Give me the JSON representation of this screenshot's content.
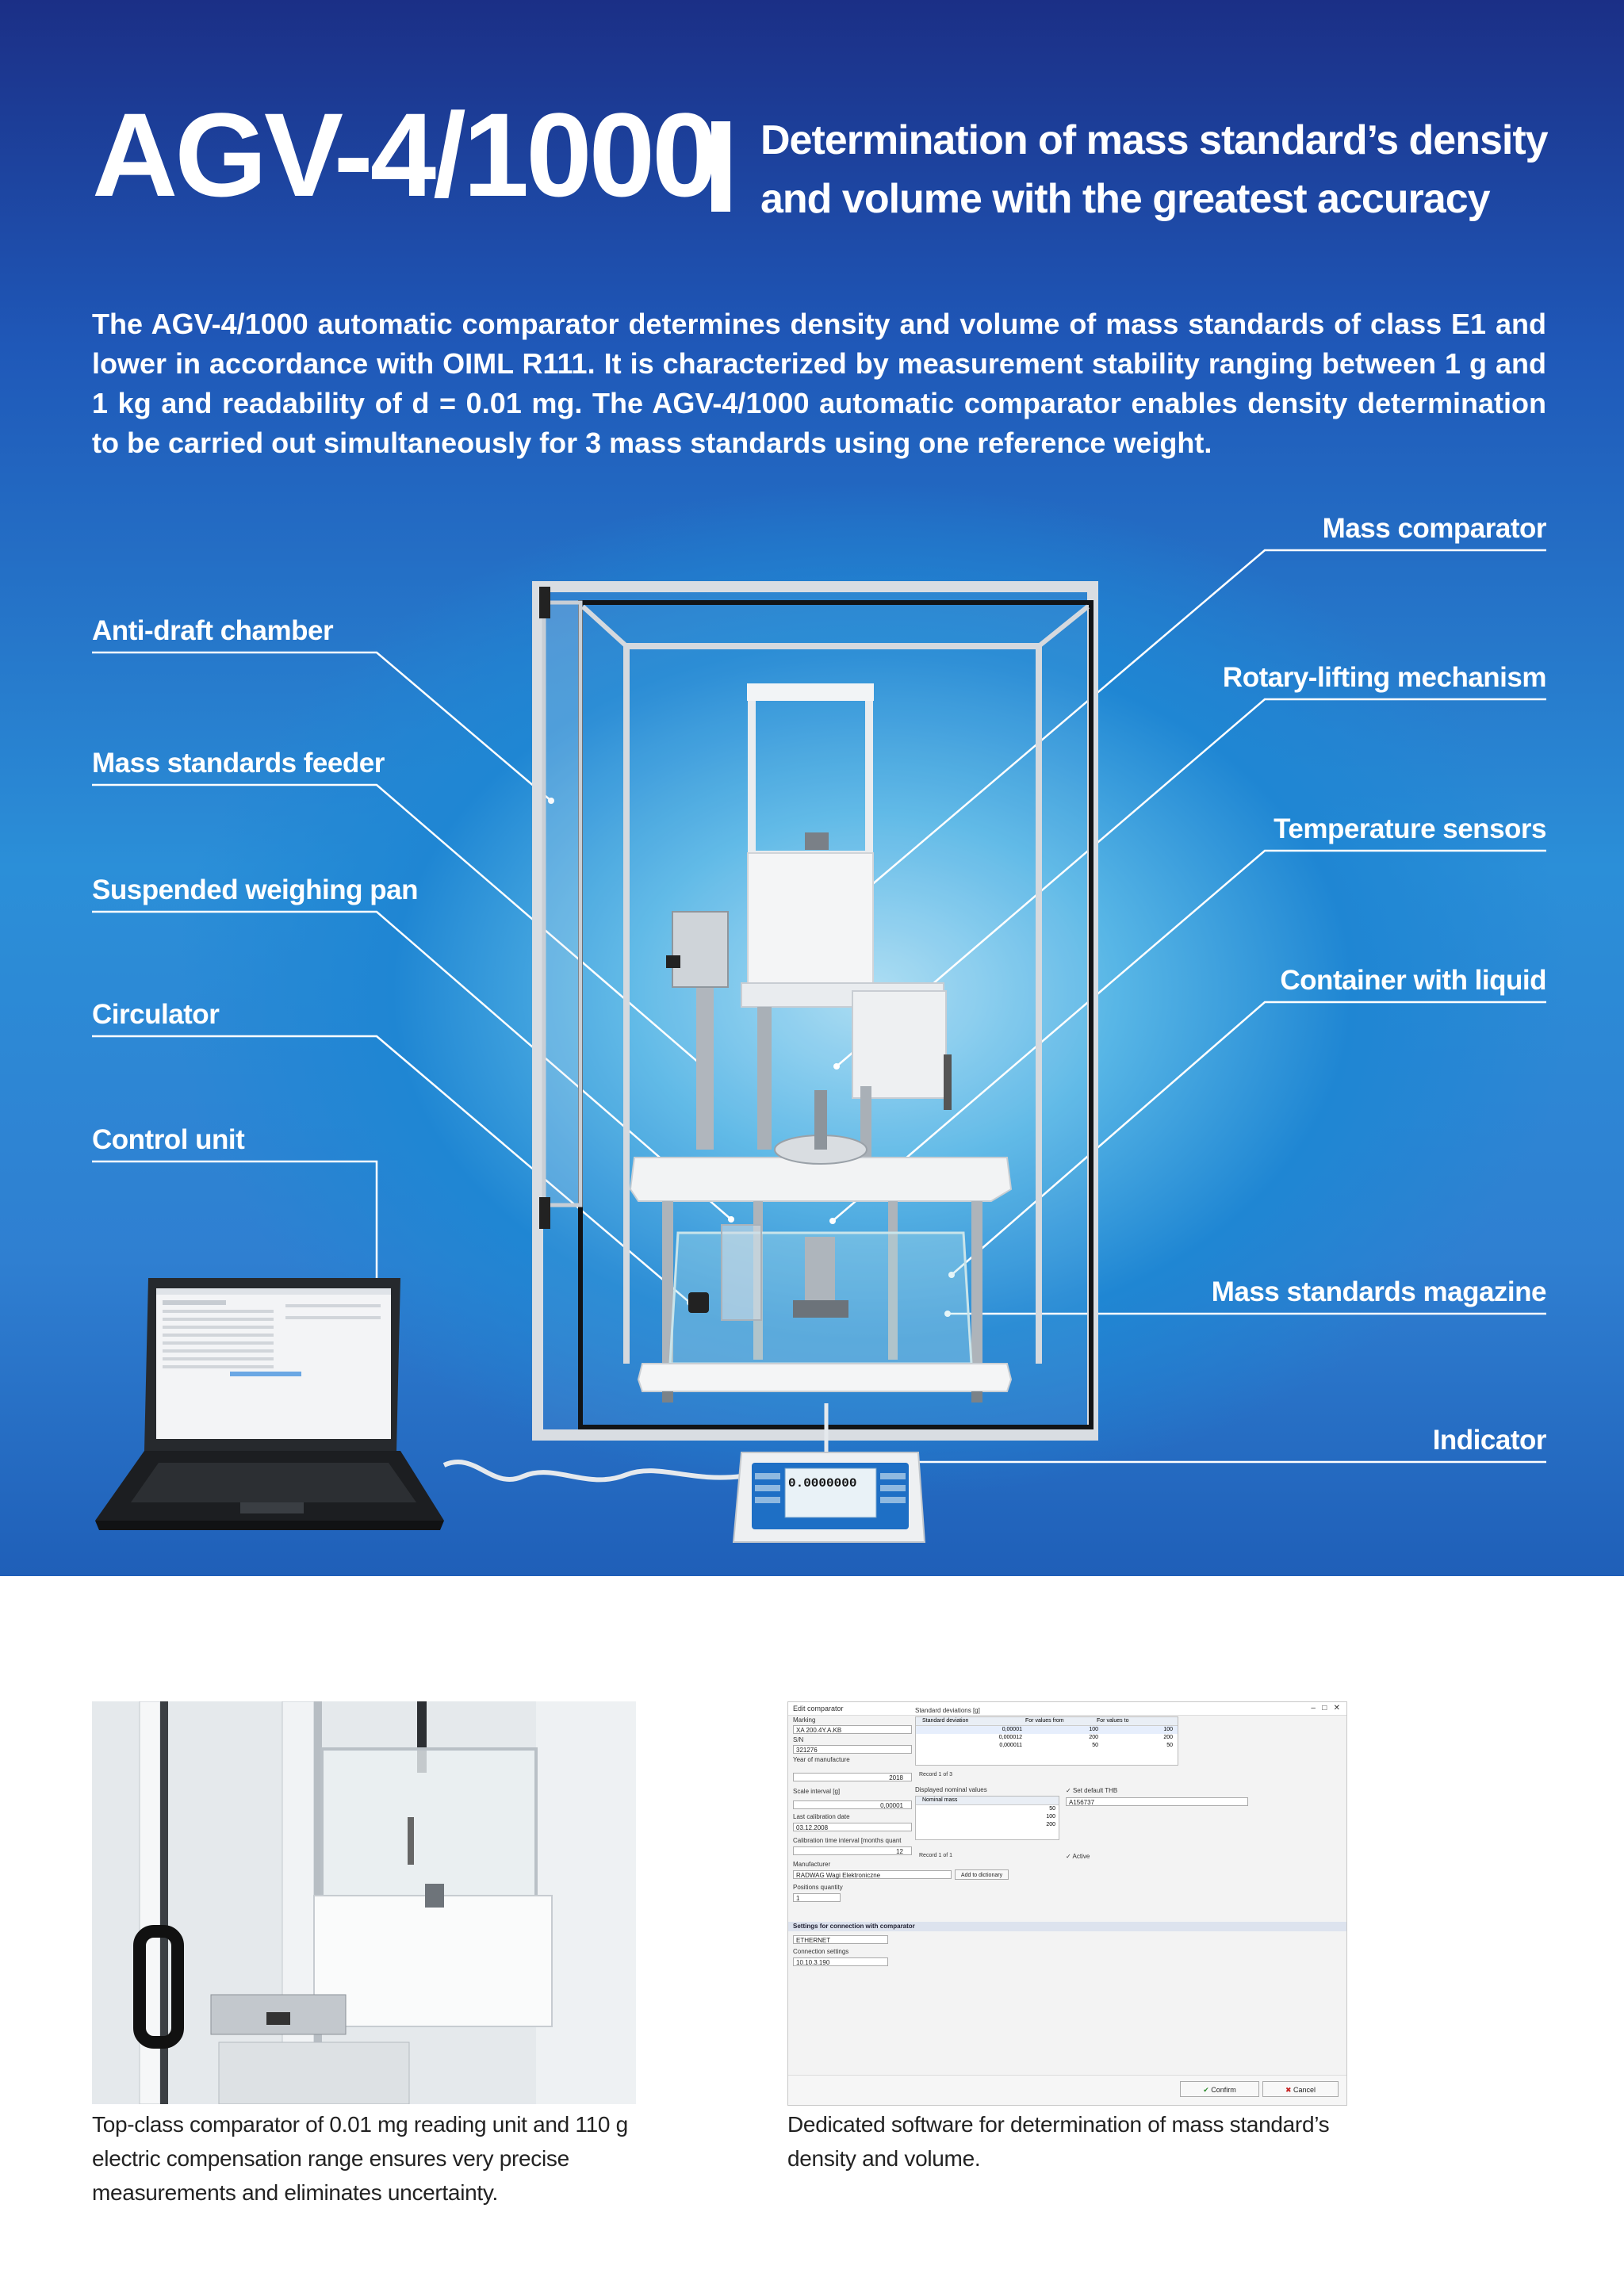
{
  "header": {
    "title": "AGV-4/1000",
    "subtitle_line1": "Determination of mass standard’s density",
    "subtitle_line2": "and volume with the greatest accuracy"
  },
  "intro": "The AGV-4/1000 automatic comparator determines density and volume of mass standards of class E1 and lower in accordance with OIML R111. It is characterized by measurement stability ranging between 1 g and 1 kg and readability of d = 0.01 mg. The AGV-4/1000 automatic comparator enables density determination to be carried out simultaneously for 3 mass standards using one reference weight.",
  "callouts_left": [
    "Anti-draft chamber",
    "Mass standards feeder",
    "Suspended weighing pan",
    "Circulator",
    "Control unit"
  ],
  "callouts_right": [
    "Mass comparator",
    "Rotary-lifting mechanism",
    "Temperature sensors",
    "Container with liquid",
    "Mass standards magazine",
    "Indicator"
  ],
  "indicator_display": "0.0000000",
  "captions": {
    "left": "Top-class comparator of 0.01 mg reading unit and 110 g electric compensation range ensures very precise measurements and eliminates uncertainty.",
    "right": "Dedicated software for determination of mass standard’s density and volume."
  },
  "software": {
    "window_title": "Edit comparator",
    "marking_label": "Marking",
    "marking_value": "XA 200.4Y.A.KB",
    "sn_label": "S/N",
    "sn_value": "321276",
    "year_label": "Year of manufacture",
    "year_value": "2018",
    "scale_label": "Scale interval [g]",
    "scale_value": "0,00001",
    "calib_label": "Last calibration date",
    "calib_value": "03.12.2008",
    "interval_label": "Calibration time interval [months quant",
    "interval_value": "12",
    "manufacturer_label": "Manufacturer",
    "manufacturer_value": "RADWAG Wagi Elektroniczne",
    "positions_label": "Positions quantity",
    "positions_value": "1",
    "sd_header": "Standard deviations [g]",
    "sd_columns": [
      "Standard deviation",
      "For values from",
      "For values to"
    ],
    "sd_rows": [
      [
        "0,00001",
        "100",
        "100"
      ],
      [
        "0,000012",
        "200",
        "200"
      ],
      [
        "0,000011",
        "50",
        "50"
      ]
    ],
    "record_text": "Record 1 of 3",
    "nominal_header": "Displayed nominal values",
    "nominal_column": "Nominal mass",
    "nominal_rows": [
      "50",
      "100",
      "200"
    ],
    "record_text2": "Record 1 of 1",
    "set_default": "Set default THB",
    "thb_value": "A156737",
    "active_label": "Active",
    "add_button": "Add to dictionary",
    "section_title": "Settings for connection with comparator",
    "conn_type": "ETHERNET",
    "conn_settings_label": "Connection settings",
    "conn_ip": "10.10.3.190",
    "confirm": "Confirm",
    "cancel": "Cancel"
  }
}
